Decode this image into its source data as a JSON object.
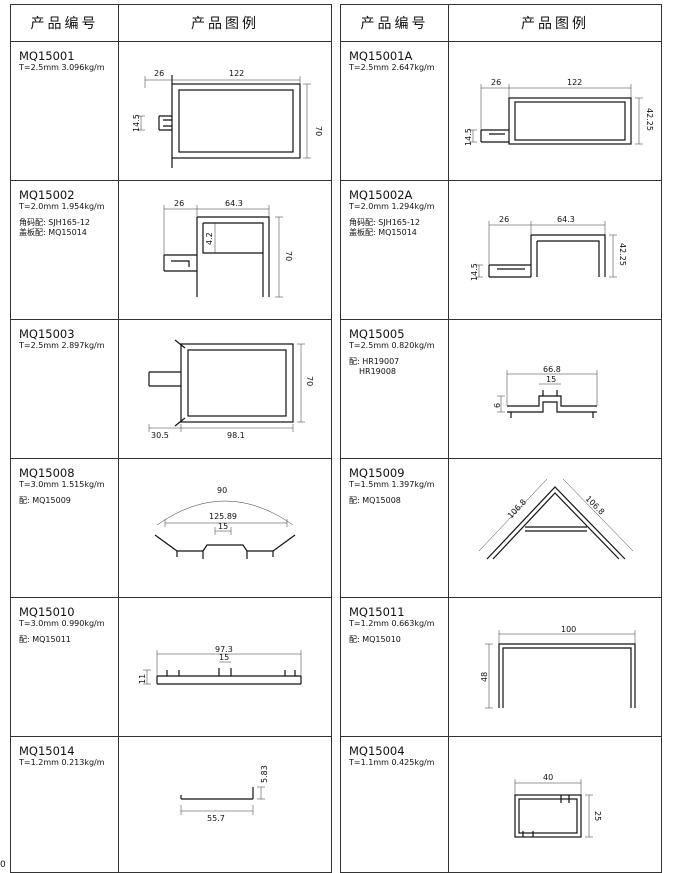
{
  "header": {
    "col_code": "产品编号",
    "col_figure": "产品图例"
  },
  "left": [
    {
      "code": "MQ15001",
      "spec": "T=2.5mm  3.096kg/m",
      "notes": [],
      "dims": [
        "26",
        "122",
        "14.5",
        "70"
      ]
    },
    {
      "code": "MQ15002",
      "spec": "T=2.0mm  1.954kg/m",
      "notes": [
        "角码配: SJH165-12",
        "盖板配: MQ15014"
      ],
      "dims": [
        "26",
        "64.3",
        "4.2",
        "70"
      ]
    },
    {
      "code": "MQ15003",
      "spec": "T=2.5mm  2.897kg/m",
      "notes": [],
      "dims": [
        "70",
        "30.5",
        "98.1"
      ]
    },
    {
      "code": "MQ15008",
      "spec": "T=3.0mm  1.515kg/m",
      "notes": [
        "配: MQ15009"
      ],
      "dims": [
        "90",
        "125.89",
        "15"
      ]
    },
    {
      "code": "MQ15010",
      "spec": "T=3.0mm  0.990kg/m",
      "notes": [
        "配: MQ15011"
      ],
      "dims": [
        "97.3",
        "15",
        "11"
      ]
    },
    {
      "code": "MQ15014",
      "spec": "T=1.2mm  0.213kg/m",
      "notes": [],
      "dims": [
        "5.83",
        "55.7"
      ]
    }
  ],
  "right": [
    {
      "code": "MQ15001A",
      "spec": "T=2.5mm  2.647kg/m",
      "notes": [],
      "dims": [
        "26",
        "122",
        "14.5",
        "42.25"
      ]
    },
    {
      "code": "MQ15002A",
      "spec": "T=2.0mm  1.294kg/m",
      "notes": [
        "角码配: SJH165-12",
        "盖板配: MQ15014"
      ],
      "dims": [
        "26",
        "64.3",
        "14.5",
        "42.25"
      ]
    },
    {
      "code": "MQ15005",
      "spec": "T=2.5mm  0.820kg/m",
      "notes": [
        "配: HR19007",
        "HR19008"
      ],
      "dims": [
        "66.8",
        "15",
        "6"
      ]
    },
    {
      "code": "MQ15009",
      "spec": "T=1.5mm  1.397kg/m",
      "notes": [
        "配: MQ15008"
      ],
      "dims": [
        "106.8",
        "106.8"
      ]
    },
    {
      "code": "MQ15011",
      "spec": "T=1.2mm  0.663kg/m",
      "notes": [
        "配: MQ15010"
      ],
      "dims": [
        "100",
        "48"
      ]
    },
    {
      "code": "MQ15004",
      "spec": "T=1.1mm  0.425kg/m",
      "notes": [],
      "dims": [
        "40",
        "25"
      ]
    }
  ],
  "page_number": "0"
}
